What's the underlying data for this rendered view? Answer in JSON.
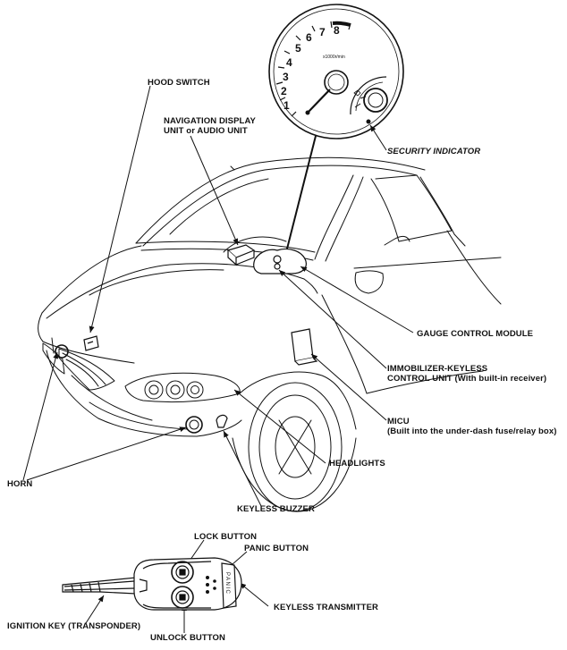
{
  "labels": {
    "hood_switch": "HOOD SWITCH",
    "nav_line1": "NAVIGATION DISPLAY",
    "nav_line2": "UNIT or AUDIO UNIT",
    "security_indicator": "SECURITY INDICATOR",
    "gauge_control_module": "GAUGE CONTROL MODULE",
    "immobilizer_line1": "IMMOBILIZER-KEYLESS",
    "immobilizer_line2": "CONTROL UNIT (With built-in receiver)",
    "micu_line1": "MICU",
    "micu_line2": "(Built into the under-dash fuse/relay box)",
    "headlights": "HEADLIGHTS",
    "horn": "HORN",
    "keyless_buzzer": "KEYLESS BUZZER",
    "lock_button": "LOCK BUTTON",
    "panic_button": "PANIC BUTTON",
    "keyless_transmitter": "KEYLESS TRANSMITTER",
    "ignition_key": "IGNITION KEY (TRANSPONDER)",
    "unlock_button": "UNLOCK BUTTON"
  },
  "tachometer": {
    "numbers": [
      "1",
      "2",
      "3",
      "4",
      "5",
      "6",
      "7",
      "8"
    ],
    "unit_text": "x1000r/min"
  },
  "transmitter": {
    "panic_text": "PANIC"
  },
  "colors": {
    "ink": "#111111",
    "background": "#ffffff"
  }
}
